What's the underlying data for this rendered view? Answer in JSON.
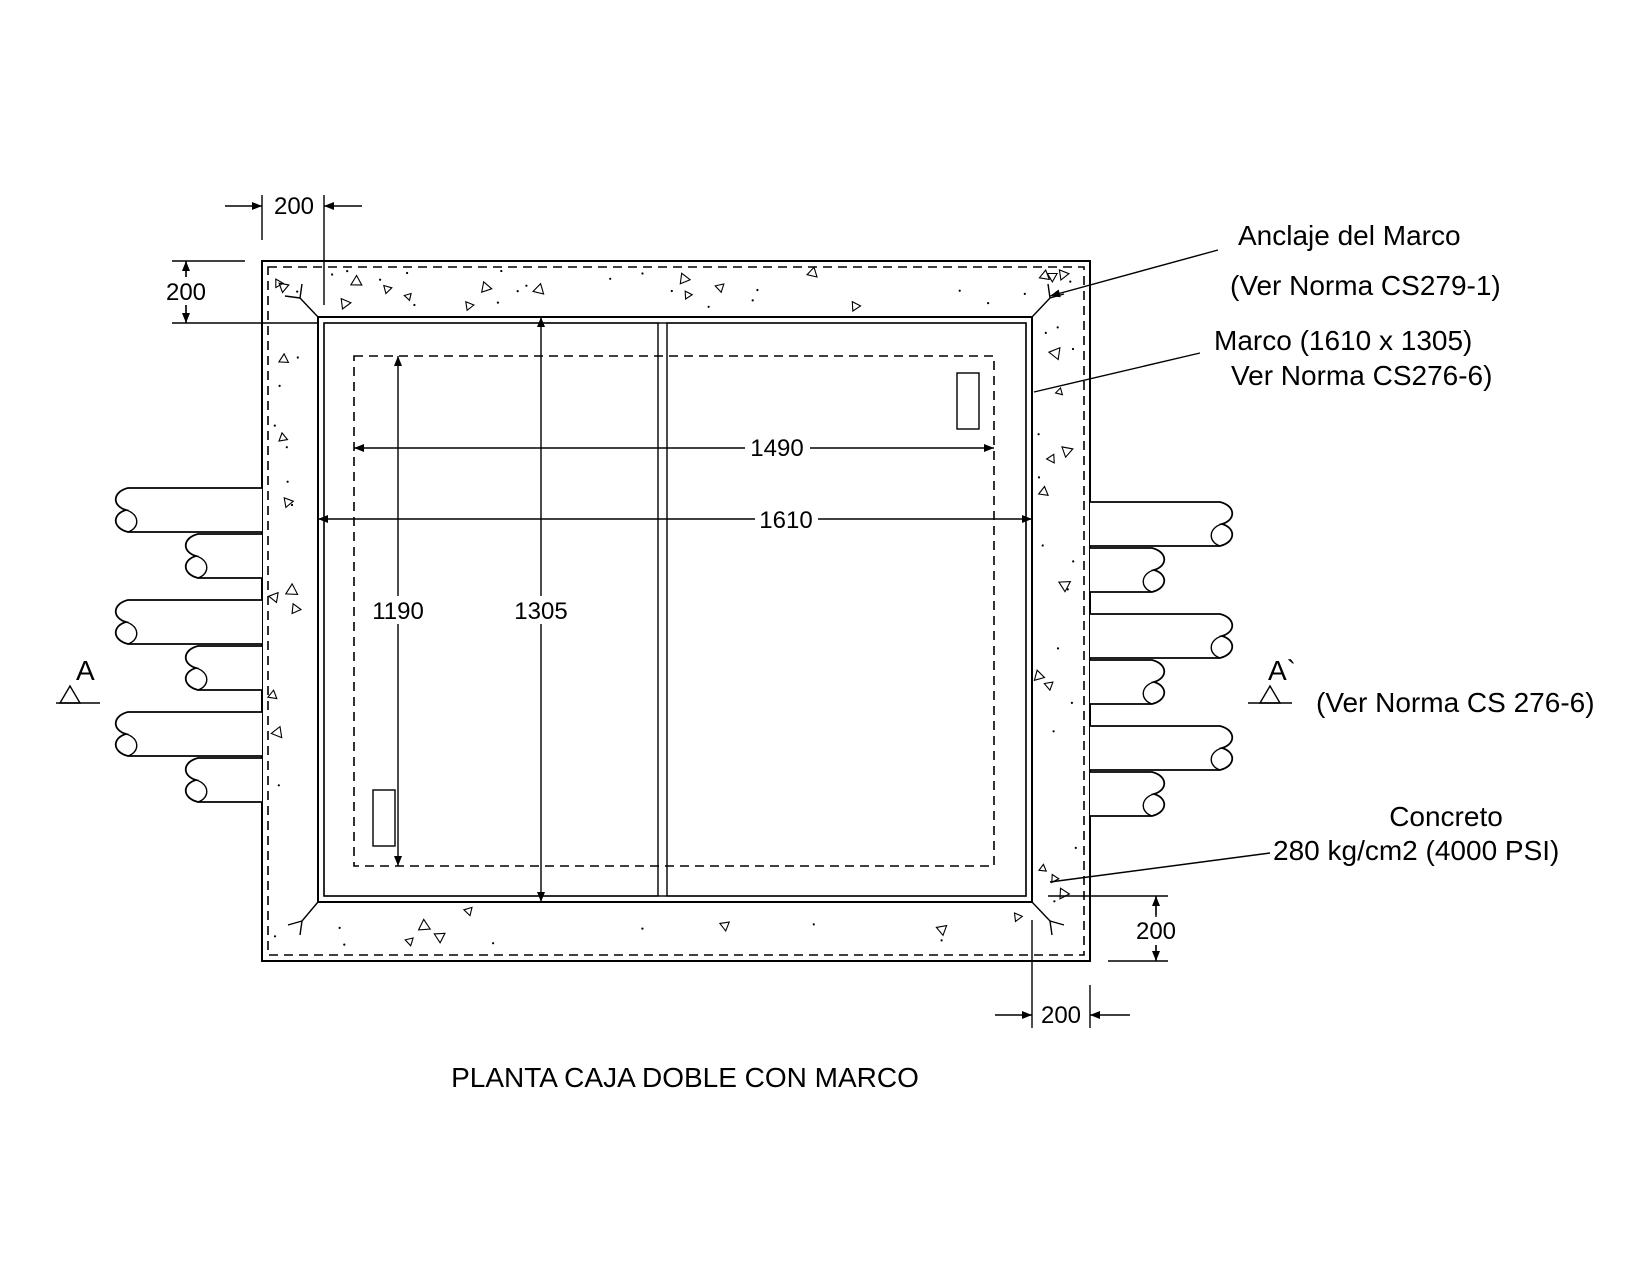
{
  "title": "PLANTA CAJA DOBLE CON MARCO",
  "dimensions": {
    "top_offset_h": "200",
    "top_offset_v": "200",
    "bottom_offset_v": "200",
    "bottom_offset_h": "200",
    "inner_width": "1490",
    "frame_width": "1610",
    "inner_height": "1190",
    "frame_height": "1305"
  },
  "section": {
    "left": "A",
    "right": "A`",
    "right_note": "(Ver Norma CS 276-6)"
  },
  "callouts": {
    "anchor_title": "Anclaje del Marco",
    "anchor_norm": "(Ver Norma CS279-1)",
    "frame_title": "Marco (1610 x 1305)",
    "frame_norm": "Ver Norma CS276-6)",
    "concrete_title": "Concreto",
    "concrete_spec": "280 kg/cm2 (4000 PSI)"
  }
}
